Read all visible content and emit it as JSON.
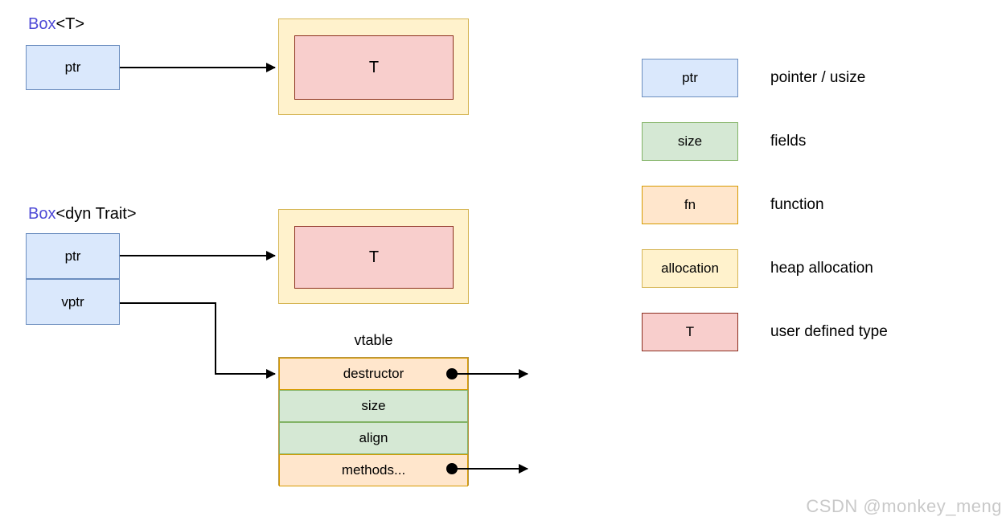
{
  "colors": {
    "pointer_fill": "#dae8fc",
    "pointer_stroke": "#6c8ebf",
    "fields_fill": "#d5e8d4",
    "fields_stroke": "#82b366",
    "function_fill": "#ffe6cc",
    "function_stroke": "#d79b00",
    "allocation_fill": "#fff2cc",
    "allocation_stroke": "#d6b656",
    "user_type_fill": "#f8cecc",
    "user_type_stroke": "#8c2f20",
    "box_keyword_text": "#4d49d6",
    "arrow": "#000000",
    "watermark_text": "#c9c9c9"
  },
  "diagram": {
    "box_t": {
      "keyword": "Box",
      "type_param": "<T>",
      "ptr_label": "ptr",
      "t_label": "T"
    },
    "box_dyn_trait": {
      "keyword": "Box",
      "type_param": "<dyn Trait>",
      "ptr_label": "ptr",
      "vptr_label": "vptr",
      "t_label": "T"
    },
    "vtable": {
      "title": "vtable",
      "rows": [
        {
          "label": "destructor",
          "kind": "function",
          "outgoing_pointer": true
        },
        {
          "label": "size",
          "kind": "fields",
          "outgoing_pointer": false
        },
        {
          "label": "align",
          "kind": "fields",
          "outgoing_pointer": false
        },
        {
          "label": "methods...",
          "kind": "function",
          "outgoing_pointer": true
        }
      ]
    }
  },
  "legend": {
    "items": [
      {
        "swatch_label": "ptr",
        "kind": "pointer",
        "description": "pointer / usize"
      },
      {
        "swatch_label": "size",
        "kind": "fields",
        "description": "fields"
      },
      {
        "swatch_label": "fn",
        "kind": "function",
        "description": "function"
      },
      {
        "swatch_label": "allocation",
        "kind": "heap-allocation",
        "description": "heap allocation"
      },
      {
        "swatch_label": "T",
        "kind": "user-defined-type",
        "description": "user defined type"
      }
    ]
  },
  "watermark": "CSDN @monkey_meng"
}
